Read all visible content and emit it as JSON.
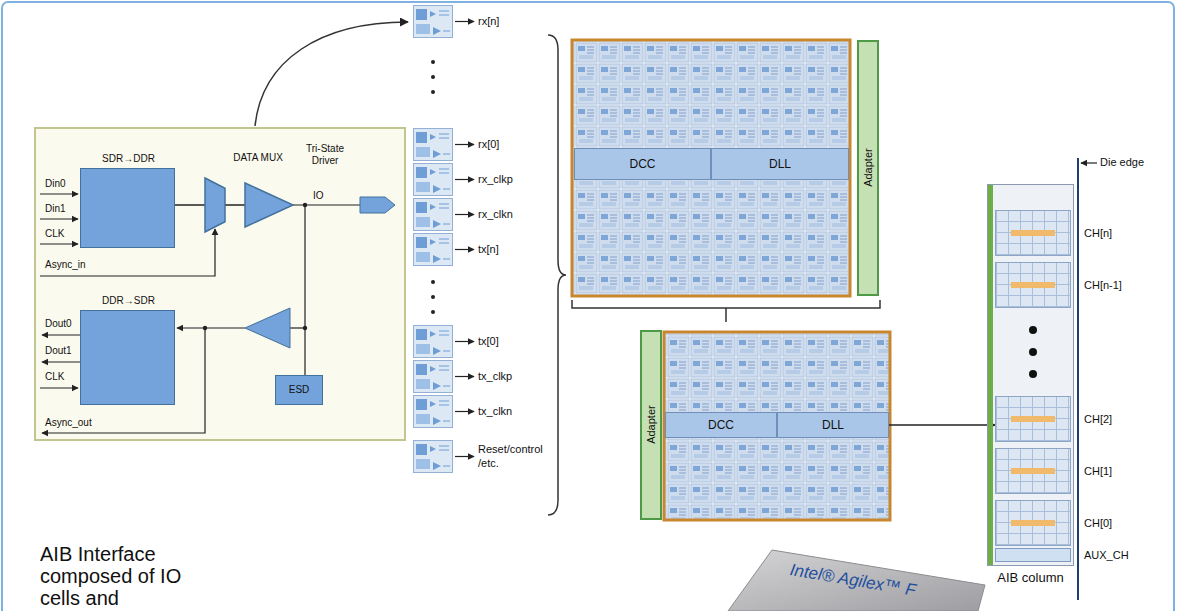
{
  "diagram": {
    "nodes": [
      {
        "text": [
          "SDR→DDR"
        ]
      },
      {
        "text": [
          "DATA MUX"
        ]
      },
      {
        "text": [
          "Tri-State Driver"
        ]
      },
      {
        "text": [
          "DDR→SDR"
        ]
      },
      {
        "text": [
          "ESD"
        ]
      },
      {
        "text": [
          "DCC"
        ]
      },
      {
        "text": [
          "DLL"
        ]
      },
      {
        "text": [
          "Adapter"
        ]
      },
      {
        "text": [
          "Adapter"
        ]
      },
      {
        "text": [
          "DCC"
        ]
      },
      {
        "text": [
          "DLL"
        ]
      },
      {
        "text": [
          "AIB column"
        ]
      },
      {
        "text": [
          "CH[n]"
        ],
        "in": 11
      },
      {
        "text": [
          "CH[n-1]"
        ],
        "in": 11
      },
      {
        "text": [
          "CH[2]"
        ],
        "in": 11
      },
      {
        "text": [
          "CH[1]"
        ],
        "in": 11
      },
      {
        "text": [
          "CH[0]"
        ],
        "in": 11
      },
      {
        "text": [
          "AUX_CH"
        ],
        "in": 11
      }
    ],
    "edges": [
      {
        "from": 0,
        "to": 1,
        "arrow": "none"
      },
      {
        "from": 1,
        "to": 2,
        "arrow": "none"
      },
      {
        "from": 10,
        "to": 14,
        "arrow": "to"
      }
    ],
    "labels": [
      "Din0",
      "Din1",
      "CLK",
      "Async_in",
      "IO",
      "Dout0",
      "Dout1",
      "CLK",
      "Async_out",
      "rx[n]",
      "rx[0]",
      "rx_clkp",
      "rx_clkn",
      "tx[n]",
      "tx[0]",
      "tx_clkp",
      "tx_clkn",
      "Reset/control /etc.",
      "Die edge",
      "AIB Interface composed of IO cells and",
      "Intel® Agilex™ F"
    ]
  }
}
